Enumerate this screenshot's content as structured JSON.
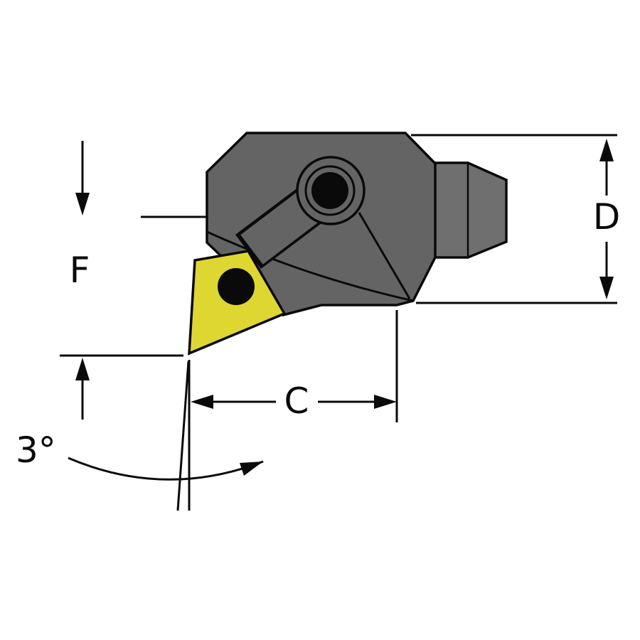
{
  "drawing": {
    "labels": {
      "dim_f": "F",
      "dim_d": "D",
      "dim_c": "C",
      "angle": "3°"
    },
    "colors": {
      "background": "#ffffff",
      "outline": "#0a0a0a",
      "body": "#646464",
      "shank": "#6f6f6f",
      "insert": "#ded732",
      "hole": "#0a0a0a"
    }
  }
}
